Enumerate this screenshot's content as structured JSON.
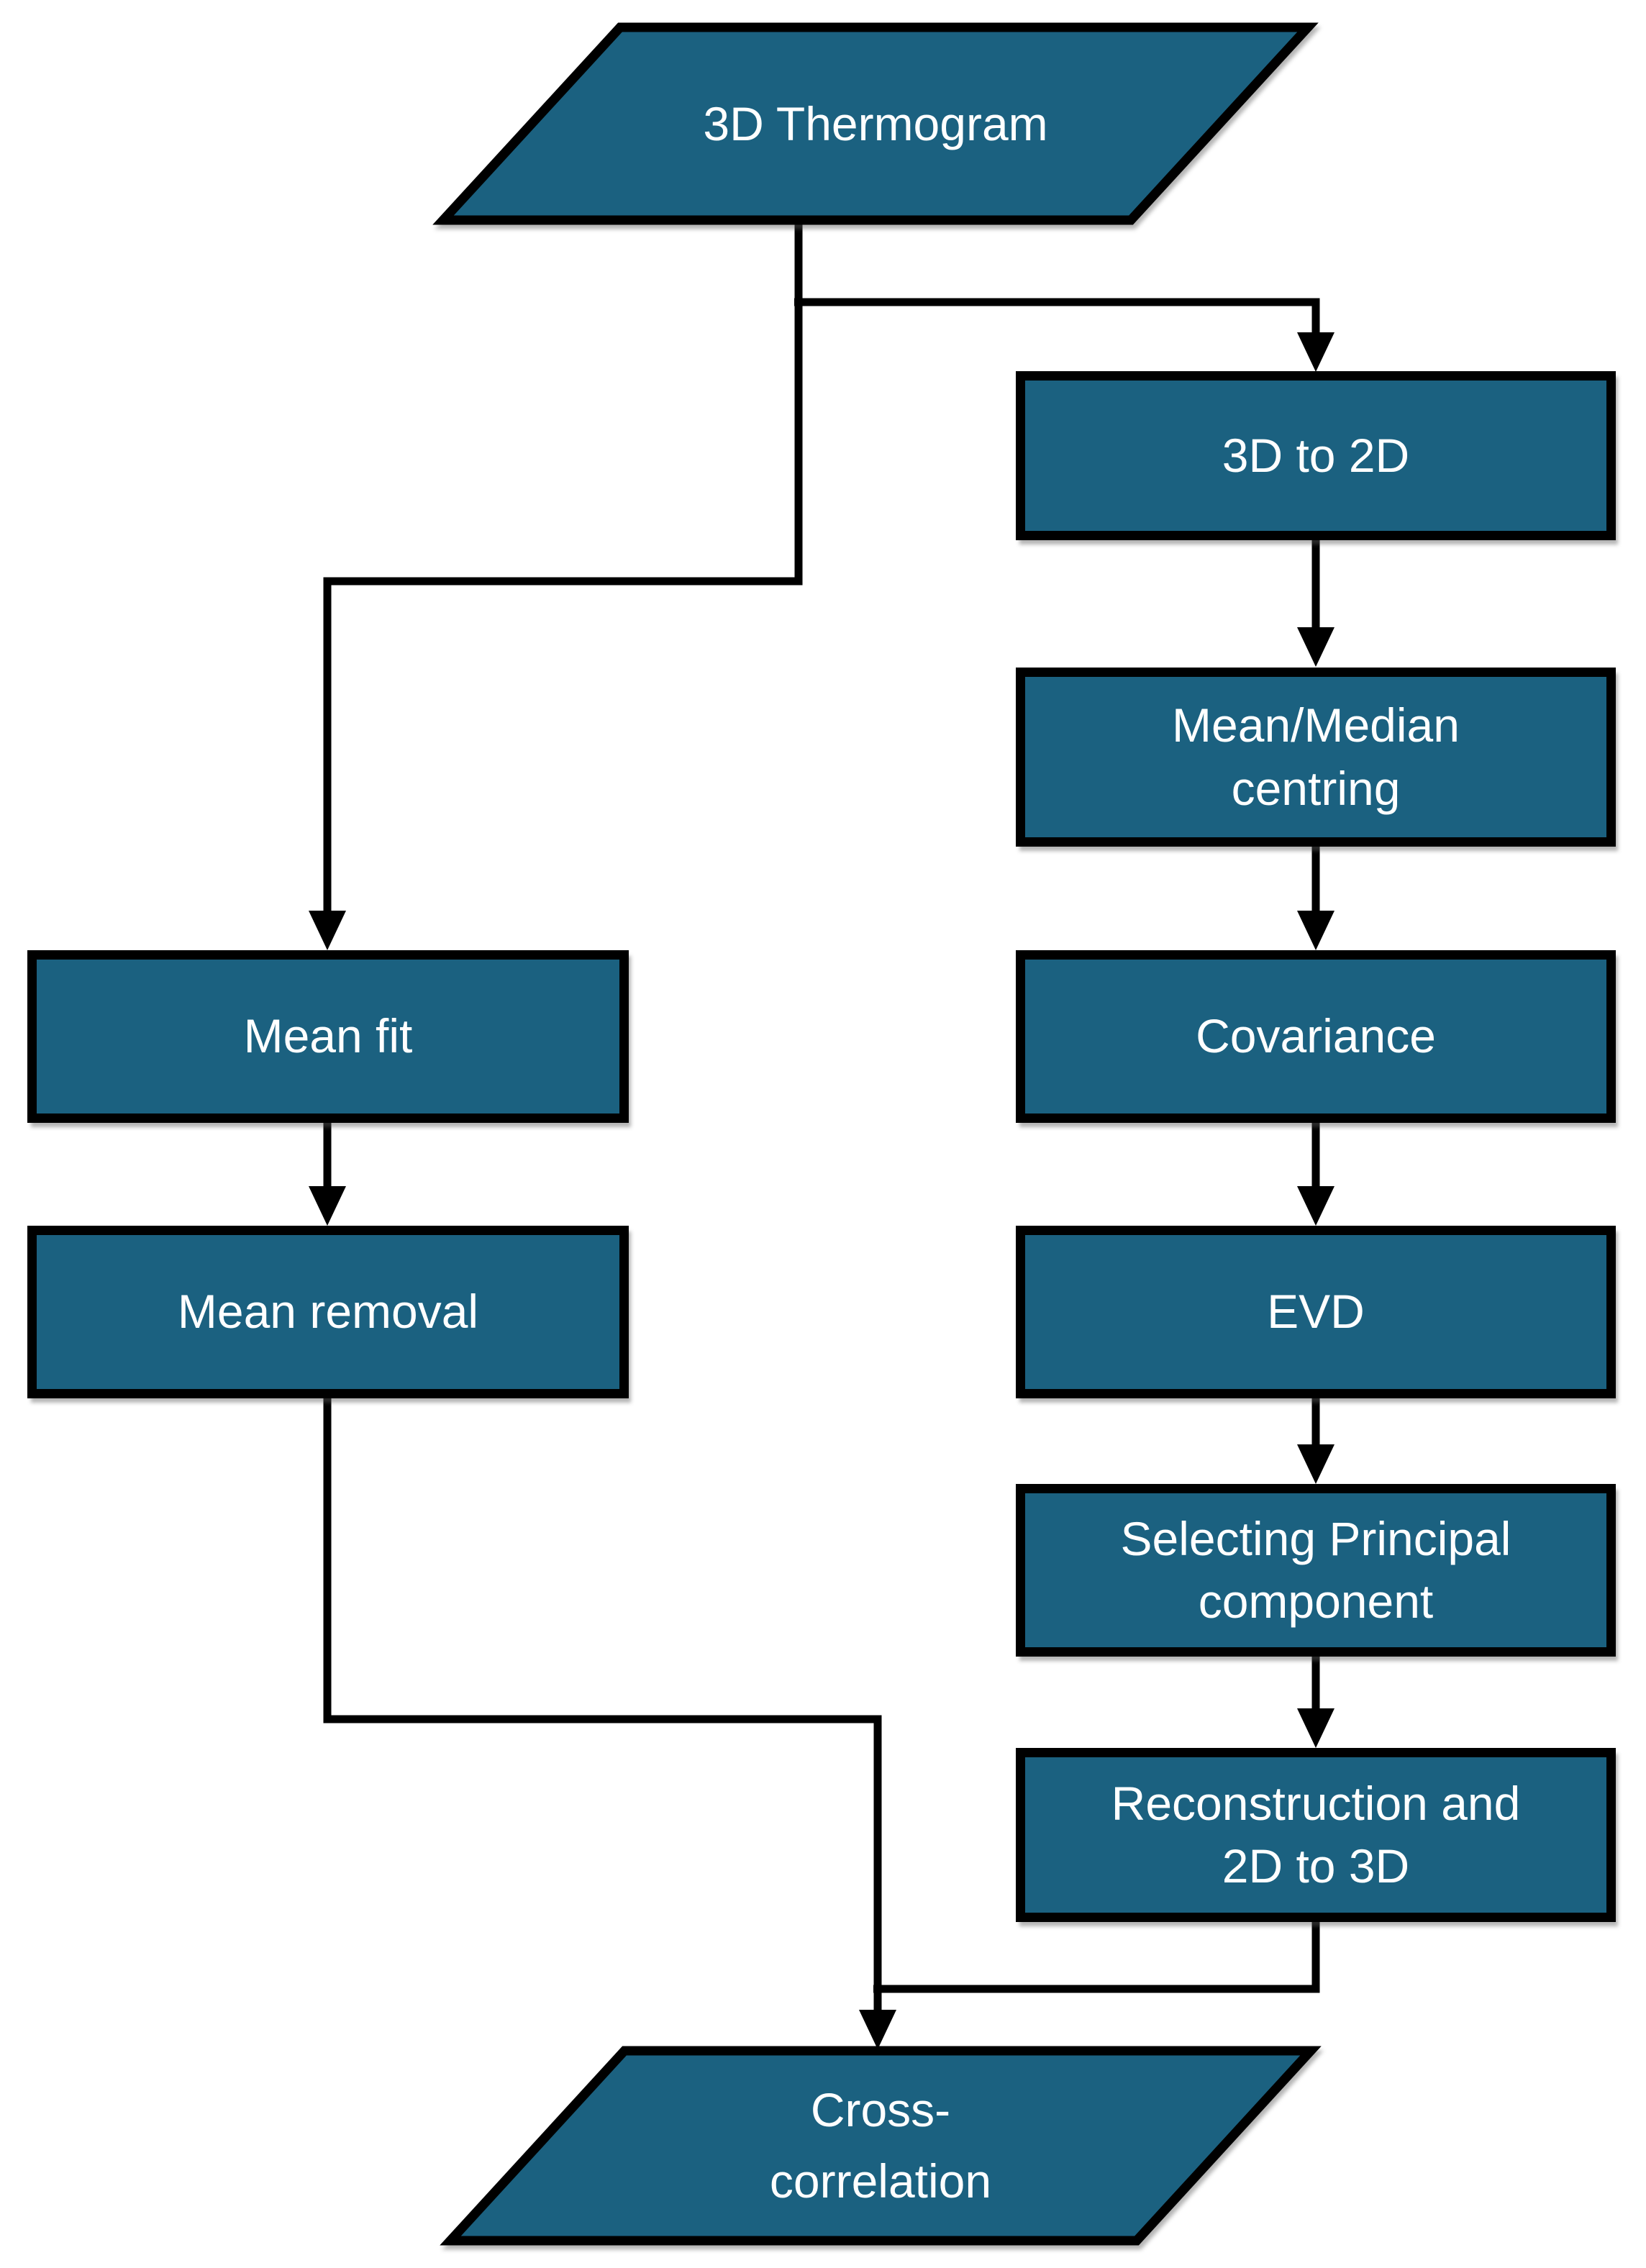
{
  "colors": {
    "node_fill": "#1B6180",
    "node_border": "#000000",
    "node_text": "#FFFFFF",
    "connector": "#000000",
    "background": "#FFFFFF"
  },
  "diagram": {
    "type": "flowchart",
    "nodes": {
      "thermogram": {
        "label": "3D Thermogram",
        "shape": "parallelogram"
      },
      "to2d": {
        "label": "3D to 2D",
        "shape": "rect"
      },
      "centring": {
        "label": "Mean/Median\ncentring",
        "shape": "rect"
      },
      "covariance": {
        "label": "Covariance",
        "shape": "rect"
      },
      "evd": {
        "label": "EVD",
        "shape": "rect"
      },
      "selecting_pc": {
        "label": "Selecting Principal\ncomponent",
        "shape": "rect"
      },
      "reconstruction": {
        "label": "Reconstruction and\n2D to 3D",
        "shape": "rect"
      },
      "mean_fit": {
        "label": "Mean fit",
        "shape": "rect"
      },
      "mean_removal": {
        "label": "Mean removal",
        "shape": "rect"
      },
      "cross_correlation": {
        "label": "Cross-\ncorrelation",
        "shape": "parallelogram"
      }
    },
    "edges": [
      {
        "from": "thermogram",
        "to": "to2d"
      },
      {
        "from": "thermogram",
        "to": "mean_fit"
      },
      {
        "from": "to2d",
        "to": "centring"
      },
      {
        "from": "centring",
        "to": "covariance"
      },
      {
        "from": "covariance",
        "to": "evd"
      },
      {
        "from": "evd",
        "to": "selecting_pc"
      },
      {
        "from": "selecting_pc",
        "to": "reconstruction"
      },
      {
        "from": "mean_fit",
        "to": "mean_removal"
      },
      {
        "from": "mean_removal",
        "to": "cross_correlation"
      },
      {
        "from": "reconstruction",
        "to": "cross_correlation"
      }
    ]
  }
}
